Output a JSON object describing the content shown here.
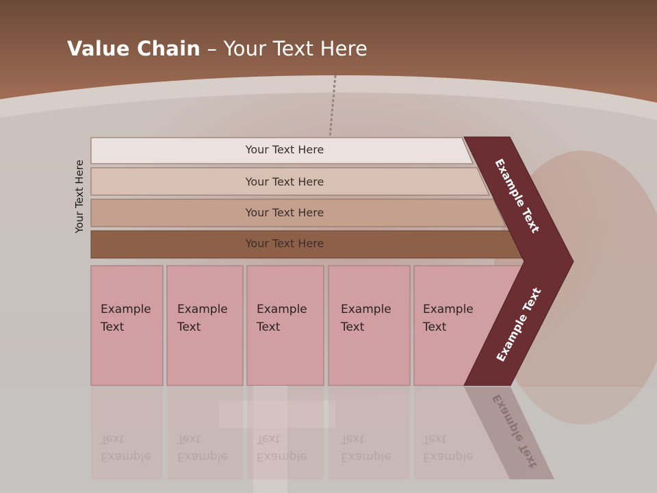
{
  "slide": {
    "title_bold": "Value Chain",
    "title_rest": " – Your Text Here",
    "side_label": "Your Text Here"
  },
  "bars": [
    {
      "label": "Your Text Here"
    },
    {
      "label": "Your Text Here"
    },
    {
      "label": "Your Text Here"
    },
    {
      "label": "Your Text Here"
    }
  ],
  "cells": [
    {
      "line1": "Example",
      "line2": "Text"
    },
    {
      "line1": "Example",
      "line2": "Text"
    },
    {
      "line1": "Example",
      "line2": "Text"
    },
    {
      "line1": "Example",
      "line2": "Text"
    },
    {
      "line1": "Example",
      "line2": "Text"
    }
  ],
  "chevrons": {
    "upper": "Example Text",
    "lower": "Example Text"
  },
  "colors": {
    "header": "#8a5a44",
    "bar1": "#ebe2df",
    "bar2": "#d9c0b4",
    "bar3": "#c4a08e",
    "bar4": "#8f6048",
    "cells": "#d19fa1",
    "chevron": "#6b2f33"
  }
}
